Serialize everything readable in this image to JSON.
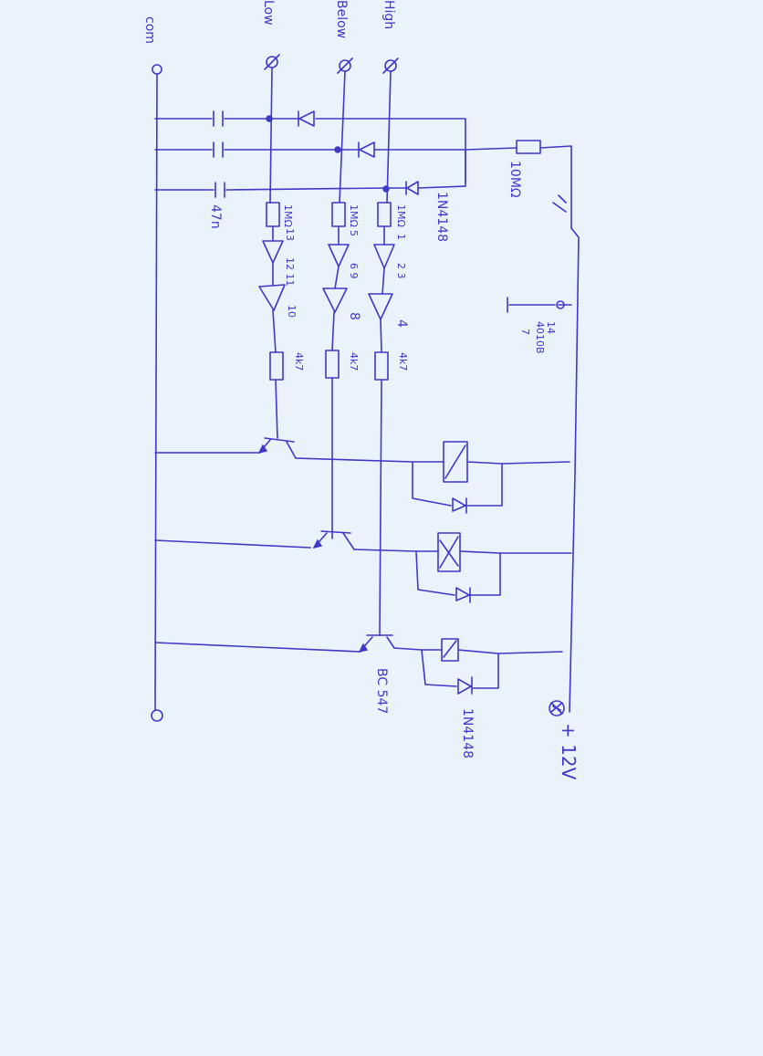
{
  "page": {
    "background": "#eaf3fb",
    "ink": "#3f38c8"
  },
  "terminals": {
    "com": "com",
    "low": "Low",
    "below": "Below",
    "high": "High",
    "supply": "+ 12V"
  },
  "labels": {
    "cap_value": "47n",
    "diode_input": "1N4148",
    "diode_relay": "1N4148",
    "resistor_top": "10MΩ",
    "r_in_low": "1MΩ",
    "r_in_below": "1MΩ",
    "r_in_high": "1MΩ",
    "pins_low_a": "13",
    "pins_low_b": "12 11",
    "pins_low_c": "10",
    "pins_below_a": "5",
    "pins_below_b": "6 9",
    "pins_below_c": "8",
    "pins_high_a": "1",
    "pins_high_b": "2 3",
    "pins_high_c": "4",
    "r_base_low": "4k7",
    "r_base_below": "4k7",
    "r_base_high": "4k7",
    "ic": "4010B",
    "pin14": "14",
    "pin7": "7",
    "transistor": "BC 547"
  }
}
